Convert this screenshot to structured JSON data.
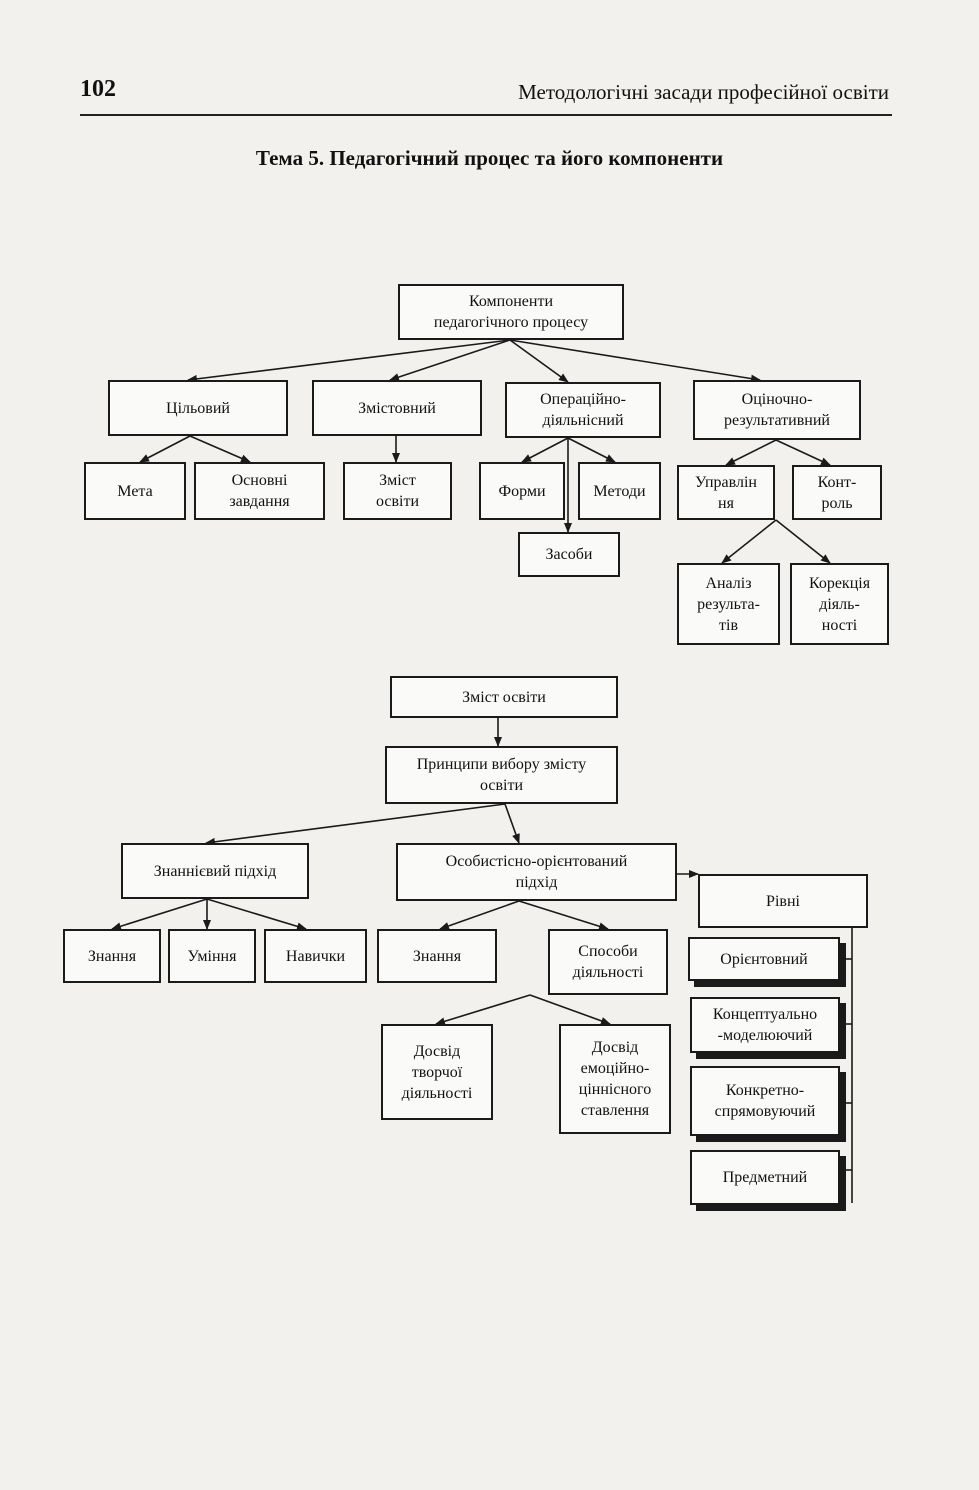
{
  "header": {
    "page_number": "102",
    "running_title": "Методологічні засади професійної освіти"
  },
  "topic_title": "Тема 5. Педагогічний процес та його компоненти",
  "diagram1": {
    "root": "Компоненти\nпедагогічного процесу",
    "target": "Цільовий",
    "content": "Змістовний",
    "operational": "Операційно-\nдіяльнісний",
    "evaluative": "Оціночно-\nрезультативний",
    "goal": "Мета",
    "main_tasks": "Основні\nзавдання",
    "education_content": "Зміст\nосвіти",
    "forms": "Форми",
    "methods": "Методи",
    "means": "Засоби",
    "management": "Управлін\nня",
    "control": "Конт-\nроль",
    "analysis": "Аналіз\nрезульта-\nтів",
    "correction": "Корекція\nдіяль-\nності"
  },
  "diagram2": {
    "root": "Зміст освіти",
    "principles": "Принципи вибору змісту\nосвіти",
    "knowledge_approach": "Знаннієвий підхід",
    "personal_approach": "Особистісно-орієнтований\nпідхід",
    "knowledge": "Знання",
    "skills": "Уміння",
    "habits": "Навички",
    "knowledge2": "Знання",
    "activity_methods": "Способи\nдіяльності",
    "creative_experience": "Досвід\nтворчої\nдіяльності",
    "emotional_experience": "Досвід\nемоційно-\nціннісного\nставлення",
    "levels": "Рівні",
    "level_orienting": "Орієнтовний",
    "level_conceptual": "Концептуально\n-моделюючий",
    "level_concrete": "Конкретно-\nспрямовуючий",
    "level_subject": "Предметний"
  }
}
